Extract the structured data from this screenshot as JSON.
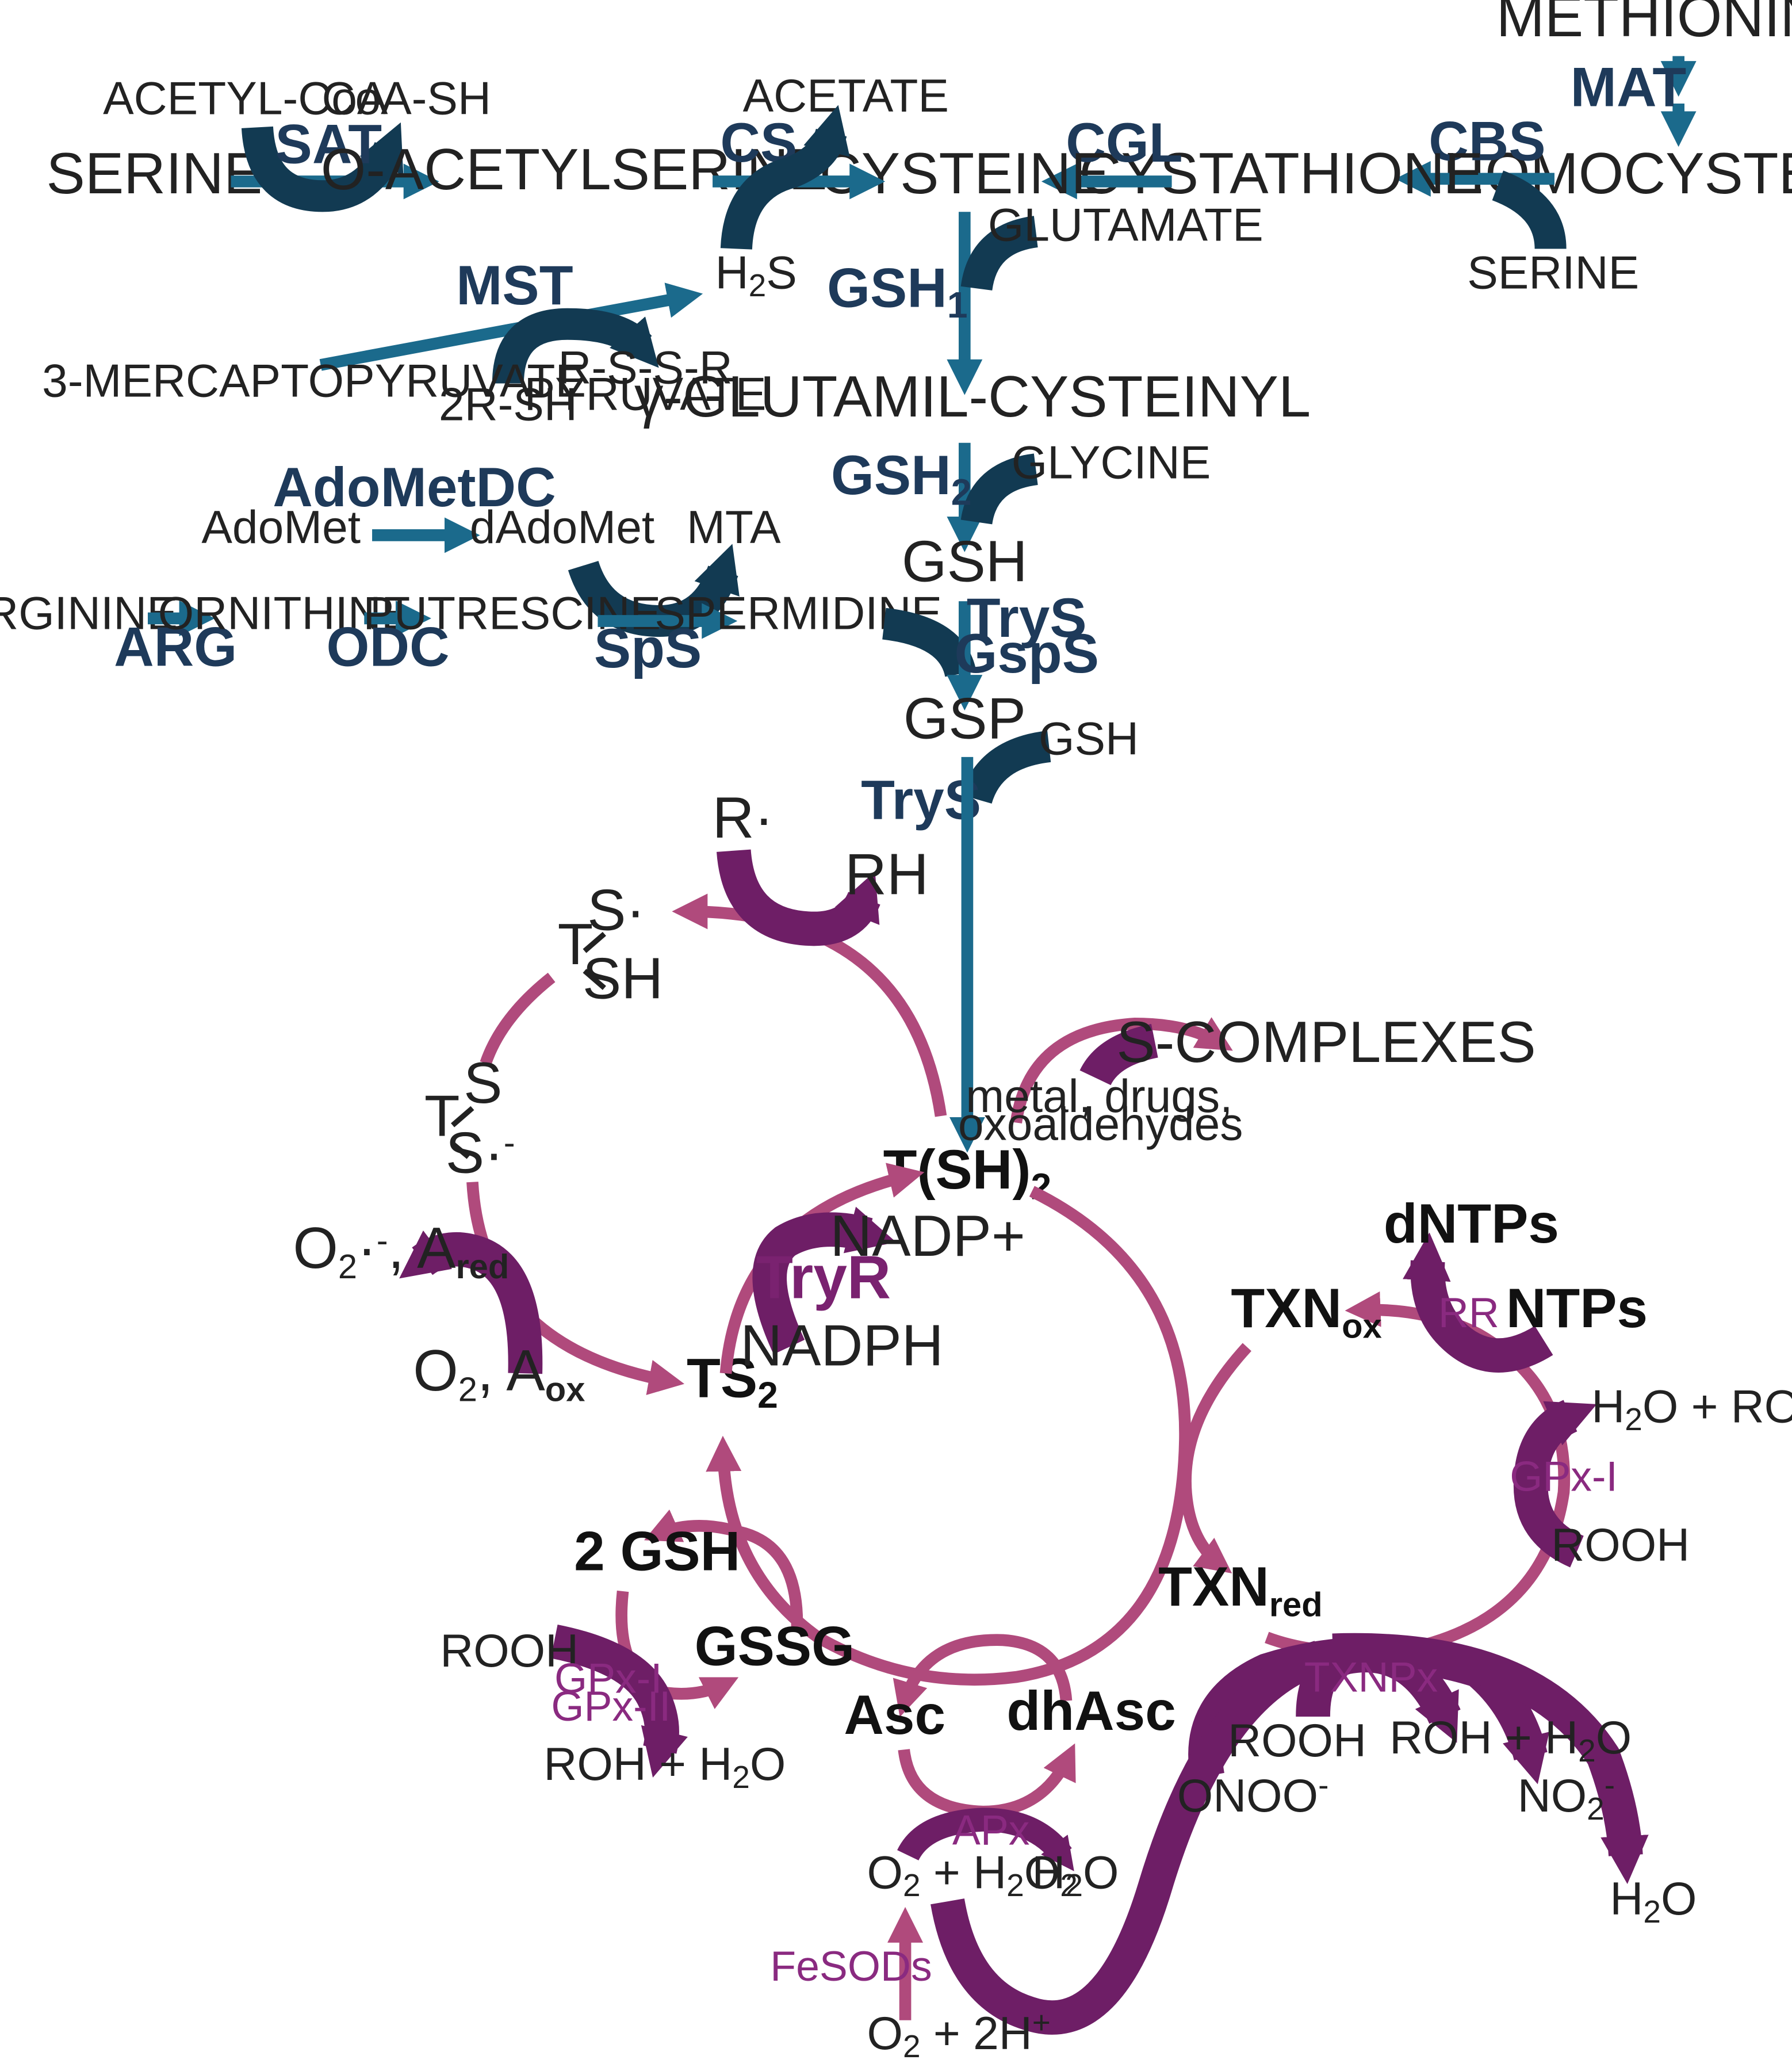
{
  "top_pathway": {
    "methionine": "METHIONINE",
    "mat": "MAT",
    "homocysteine": "HOMOCYSTEINE",
    "cbs": "CBS",
    "serine_cbs": "SERINE",
    "cystathione": "CYSTATHIONE",
    "cgl": "CGL",
    "cysteine": "CYSTEINE",
    "serine": "SERINE",
    "acetyl_coa": "ACETYL-CoA",
    "coa_sh": "CoA-SH",
    "sat": "SAT",
    "o_acetylserine": "O-ACETYLSERINE",
    "cs": "CS",
    "acetate": "ACETATE",
    "h2s": "H",
    "h2s_sub": "2",
    "h2s_end": "S",
    "mst": "MST",
    "mercaptopyruvate": "3-MERCAPTOPYRUVATE",
    "r_sh": "2R-SH",
    "rssr": "R-S-S-R",
    "pyruvate": "PYRUVATE",
    "glutamate": "GLUTAMATE",
    "gsh1": "GSH",
    "gsh1_sub": "1",
    "glutamil": "γ-GLUTAMIL-CYSTEINYL",
    "glycine": "GLYCINE",
    "gsh2": "GSH",
    "gsh2_sub": "2",
    "gsh": "GSH",
    "adometdc": "AdoMetDC",
    "adomet": "AdoMet",
    "dadomet": "dAdoMet",
    "mta": "MTA",
    "arginine": "ARGININE",
    "arg": "ARG",
    "ornithine": "ORNITHINE",
    "odc": "ODC",
    "putrescine": "PUTRESCINE",
    "sps": "SpS",
    "spermidine": "SPERMIDINE",
    "trys_a": "TryS",
    "gsps": "GspS",
    "gsp": "GSP",
    "gsh_b": "GSH",
    "trys_b": "TryS"
  },
  "cycle": {
    "r_radical": "R·",
    "rh": "RH",
    "t_rad_s": "S·",
    "t_rad_t": "T",
    "t_rad_sh": "SH",
    "t_an_s": "S",
    "t_an_t": "T",
    "t_an_s2": "S·",
    "t_an_sup": "-",
    "o2_ared_a": "O",
    "o2_ared_sub": "2",
    "o2_ared_b": "·",
    "o2_ared_sup": "-",
    "o2_ared_c": ", A",
    "o2_ared_red": "red",
    "o2_aox_a": "O",
    "o2_aox_sub": "2",
    "o2_aox_b": ", A",
    "o2_aox_ox": "ox",
    "tsh2": "T(SH)",
    "tsh2_sub": "2",
    "nadp": "NADP+",
    "tryr": "TryR",
    "nadph": "NADPH",
    "ts2": "TS",
    "ts2_sub": "2",
    "s_complexes": "S-COMPLEXES",
    "metal": "metal, drugs,",
    "oxo": "oxoaldehydes"
  },
  "txn": {
    "dntps": "dNTPs",
    "rr": "RR",
    "ntps": "NTPs",
    "txn_ox": "TXN",
    "txn_ox_sub": "ox",
    "h2o_roh_a": "H",
    "h2o_roh_sub": "2",
    "h2o_roh_b": "O + ROH",
    "gpx1": "GPx-I",
    "rooh": "ROOH",
    "txn_red": "TXN",
    "txn_red_sub": "red",
    "txnpx": "TXNPx",
    "rooh2": "ROOH",
    "roh_h2o_a": "ROH + H",
    "roh_h2o_sub": "2",
    "roh_h2o_b": "O",
    "onoo": "ONOO",
    "onoo_sup": "-",
    "no2": "NO",
    "no2_sub": "2",
    "no2_sup": "-",
    "h2o": "H",
    "h2o_sub": "2",
    "h2o_end": "O"
  },
  "gsh_cycle": {
    "two_gsh": "2 GSH",
    "gssg": "GSSG",
    "rooh": "ROOH",
    "gpx1": "GPx-I",
    "gpx2": "GPx-II",
    "roh_a": "ROH + H",
    "roh_sub": "2",
    "roh_b": "O"
  },
  "asc_cycle": {
    "asc": "Asc",
    "dhasc": "dhAsc",
    "apx": "APx",
    "o2h2o2_a": "O",
    "o2h2o2_sub1": "2",
    "o2h2o2_b": " + H",
    "o2h2o2_sub2": "2",
    "o2h2o2_c": "O",
    "o2h2o2_sub3": "2",
    "h2o_a": "H",
    "h2o_sub": "2",
    "h2o_b": "O",
    "fesods": "FeSODs",
    "o2_2h_a": "O",
    "o2_2h_sub": "2",
    "o2_2h_b": " + 2H",
    "o2_2h_sup": "+"
  },
  "colors": {
    "blue_arrow": "#1b6a8c",
    "dark_curve": "#123a52",
    "pink_arrow": "#b04a7c",
    "purple_curve": "#6e1e66",
    "enzyme_blue": "#1e3a5a",
    "enzyme_purple": "#7a2270"
  }
}
